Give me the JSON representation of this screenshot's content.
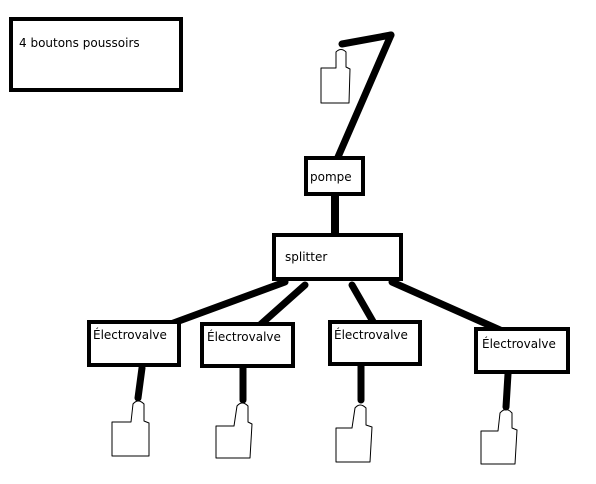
{
  "note": {
    "text": "4 boutons poussoirs"
  },
  "nodes": {
    "pompe": "pompe",
    "splitter": "splitter",
    "valves": [
      "Électrovalve",
      "Électrovalve",
      "Électrovalve",
      "Électrovalve"
    ]
  }
}
